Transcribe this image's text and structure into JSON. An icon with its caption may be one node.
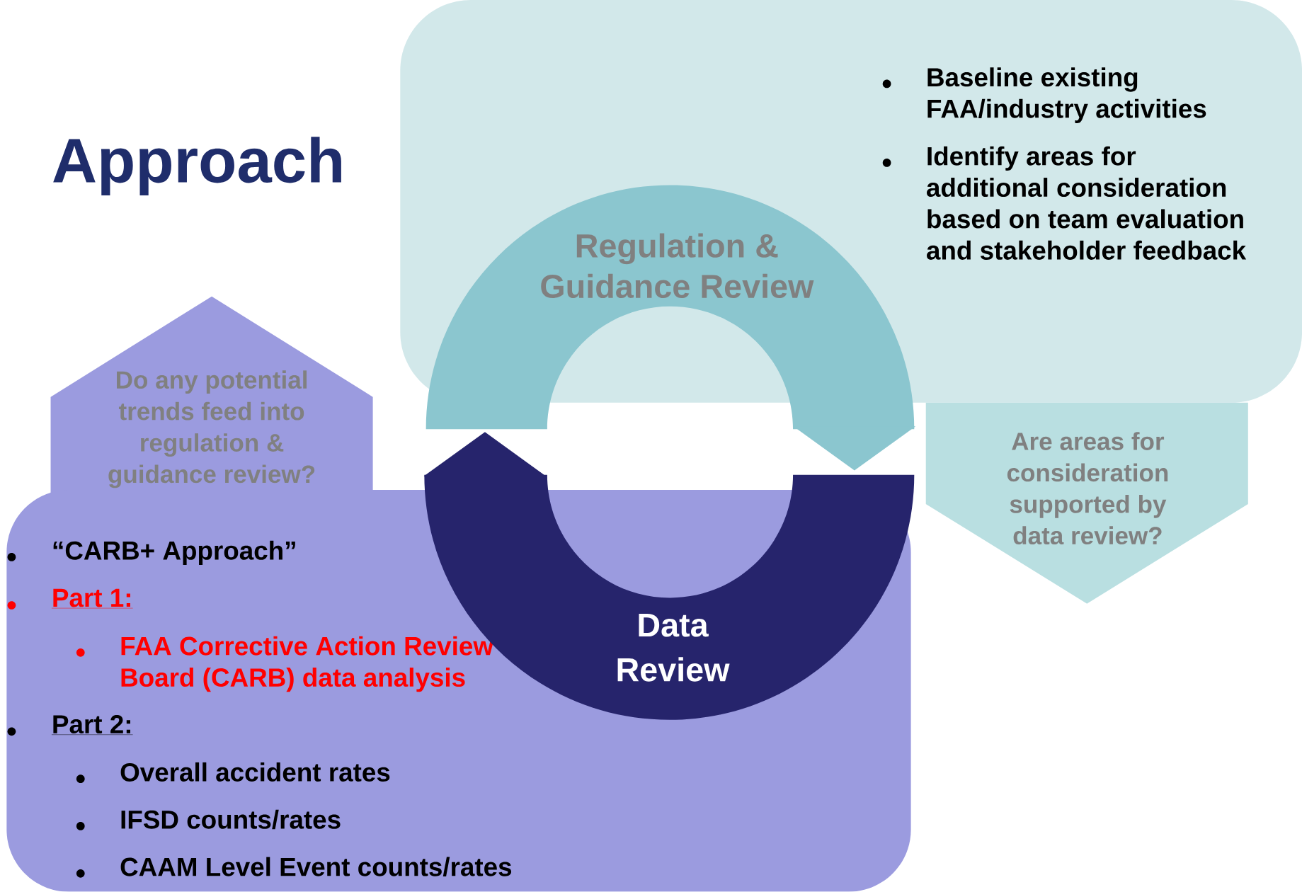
{
  "diagram": {
    "title": "Approach",
    "nodes": [
      {
        "text": [
          "Baseline existing FAA/industry activities",
          "Identify areas for additional consideration based on team evaluation and stakeholder feedback"
        ]
      },
      {
        "text": [
          "“CARB+ Approach”",
          "Part 1:",
          "FAA Corrective Action Review Board (CARB) data analysis",
          "Part 2:",
          "Overall accident rates",
          "IFSD counts/rates",
          "CAAM Level Event counts/rates"
        ]
      },
      {
        "text": [
          "Regulation & Guidance Review"
        ]
      },
      {
        "text": [
          "Data Review"
        ]
      },
      {
        "text": [
          "Do any potential trends feed into regulation & guidance review?"
        ]
      },
      {
        "text": [
          "Are areas for consideration supported by data review?"
        ]
      }
    ],
    "edges": [
      {
        "from": 2,
        "to": 3,
        "arrow": "to",
        "color": "#8bc6cf"
      },
      {
        "from": 3,
        "to": 2,
        "arrow": "to",
        "color": "#26246c"
      }
    ]
  }
}
